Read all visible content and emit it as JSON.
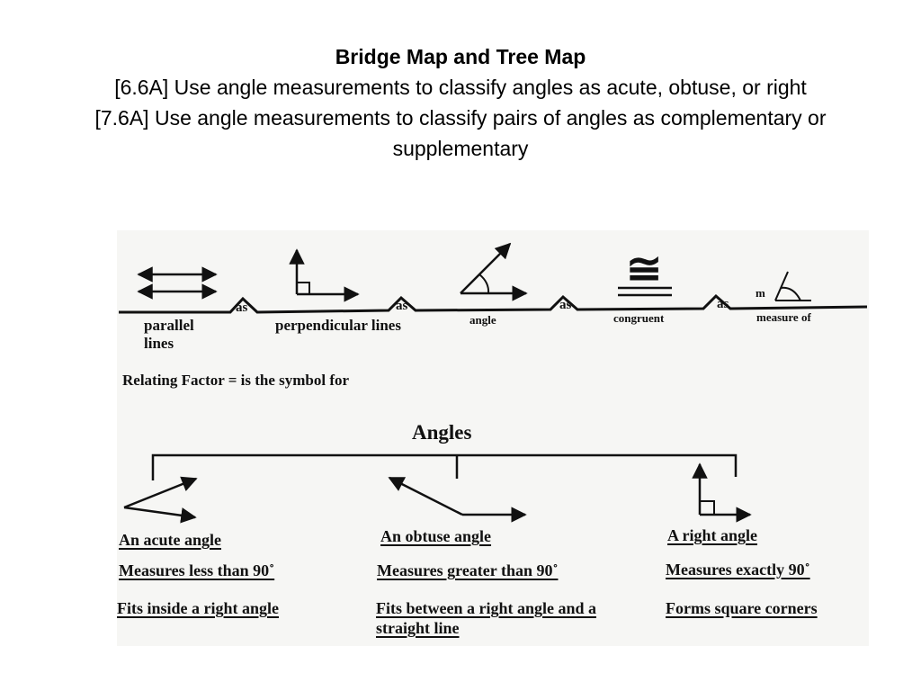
{
  "header": {
    "title": "Bridge Map and Tree Map",
    "objectives": [
      "[6.6A] Use angle measurements to classify angles as acute, obtuse, or right",
      "[7.6A] Use angle measurements to classify pairs of angles as complementary or supplementary"
    ]
  },
  "bridge_map": {
    "items": [
      {
        "symbol": "parallel-icon",
        "label": "parallel lines"
      },
      {
        "symbol": "perpendicular-icon",
        "label": "perpendicular lines"
      },
      {
        "symbol": "angle-icon",
        "label": "angle"
      },
      {
        "symbol": "congruent-icon",
        "label": "congruent",
        "glyph": "≅"
      },
      {
        "symbol": "measure-angle-icon",
        "label": "measure of",
        "glyph": "m"
      }
    ],
    "connector": "as",
    "relating_factor": "Relating Factor = is the symbol for"
  },
  "tree_map": {
    "title": "Angles",
    "branches": [
      {
        "name": "An acute angle",
        "details": [
          "Measures less than 90˚",
          "Fits inside a right angle"
        ]
      },
      {
        "name": "An obtuse angle",
        "details": [
          "Measures greater than 90˚",
          "Fits between a right angle and a straight line"
        ]
      },
      {
        "name": "A right angle",
        "details": [
          "Measures exactly 90˚",
          "Forms square corners"
        ]
      }
    ]
  }
}
